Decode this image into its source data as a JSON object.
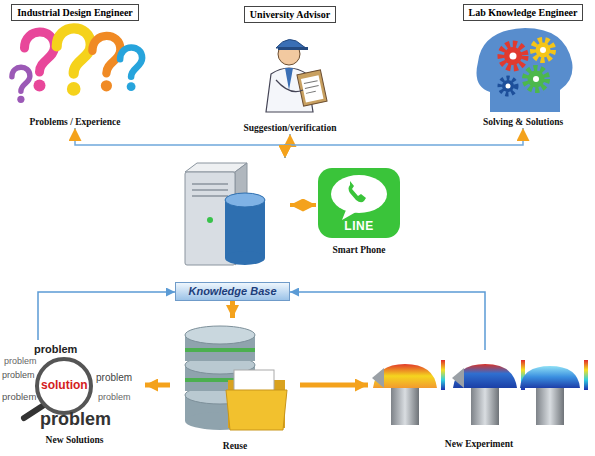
{
  "diagram": {
    "nodes": [
      {
        "text": [
          "Industrial Design Engineer",
          "Problems / Experience"
        ]
      },
      {
        "text": [
          "University Advisor",
          "Suggestion/verification"
        ]
      },
      {
        "text": [
          "Lab Knowledge Engineer",
          "Solving & Solutions"
        ]
      },
      {
        "text": [
          "LINE",
          "Smart Phone"
        ]
      },
      {
        "text": [
          "Knowledge Base"
        ]
      },
      {
        "text": [
          "Reuse"
        ]
      },
      {
        "text": [
          "New Solutions"
        ]
      },
      {
        "text": [
          "New Experiment"
        ]
      }
    ],
    "edges": [
      {
        "from": 0,
        "to": 4,
        "arrow": "both"
      },
      {
        "from": 1,
        "to": 4,
        "arrow": "both"
      },
      {
        "from": 2,
        "to": 4,
        "arrow": "both"
      },
      {
        "from": 4,
        "to": 3,
        "arrow": "both"
      },
      {
        "from": 4,
        "to": 5,
        "arrow": "to"
      },
      {
        "from": 5,
        "to": 6,
        "arrow": "to"
      },
      {
        "from": 5,
        "to": 7,
        "arrow": "to"
      },
      {
        "from": 6,
        "to": 4,
        "arrow": "to"
      },
      {
        "from": 7,
        "to": 4,
        "arrow": "to"
      }
    ],
    "labels": [
      "problem",
      "problem",
      "solution",
      "problem",
      "problem",
      "problem",
      "problem",
      "problem"
    ]
  }
}
